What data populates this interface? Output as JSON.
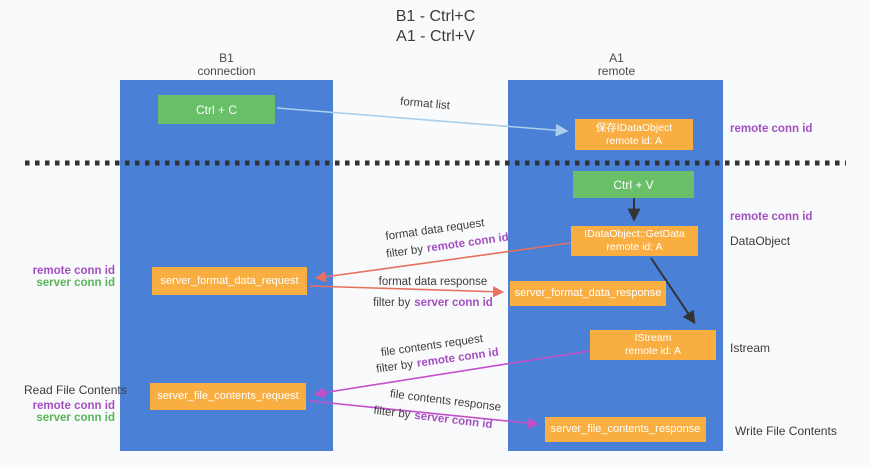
{
  "title": {
    "line1": "B1 - Ctrl+C",
    "line2": "A1 - Ctrl+V"
  },
  "columns": {
    "left": {
      "name": "B1",
      "subtitle": "connection"
    },
    "right": {
      "name": "A1",
      "subtitle": "remote"
    }
  },
  "nodes": {
    "ctrl_c": {
      "label": "Ctrl + C"
    },
    "ctrl_v": {
      "label": "Ctrl + V"
    },
    "save_dataobject": {
      "line1": "保存IDataObject",
      "line2": "remote id: A"
    },
    "getdata": {
      "line1": "IDataObject::GetData",
      "line2": "remote id: A"
    },
    "istream": {
      "line1": "IStream",
      "line2": "remote id: A"
    },
    "server_format_data_request": {
      "label": "server_format_data_request"
    },
    "server_format_data_response": {
      "label": "server_format_data_response"
    },
    "server_file_contents_request": {
      "label": "server_file_contents_request"
    },
    "server_file_contents_response": {
      "label": "server_file_contents_response"
    }
  },
  "flow_labels": {
    "format_list": "format list",
    "format_data_request": "format data request",
    "format_data_response": "format data response",
    "file_contents_request": "file contents request",
    "file_contents_response": "file contents response",
    "filter_by": "filter by",
    "remote_conn_id": "remote conn id",
    "server_conn_id": "server conn id"
  },
  "side_labels": {
    "remote_conn_id": "remote conn id",
    "server_conn_id": "server conn id",
    "dataobject": "DataObject",
    "istream": "Istream",
    "read_file_contents": "Read File Contents",
    "write_file_contents": "Write File Contents"
  },
  "colors": {
    "column_blue": "#4a80d6",
    "node_orange": "#f9ae42",
    "node_green": "#6abf69",
    "arrow_lightblue": "#a9cfec",
    "arrow_red": "#e8705f",
    "arrow_magenta": "#c44fc9",
    "arrow_black": "#333333",
    "label_purple": "#a44fc0",
    "label_green": "#57b657"
  }
}
